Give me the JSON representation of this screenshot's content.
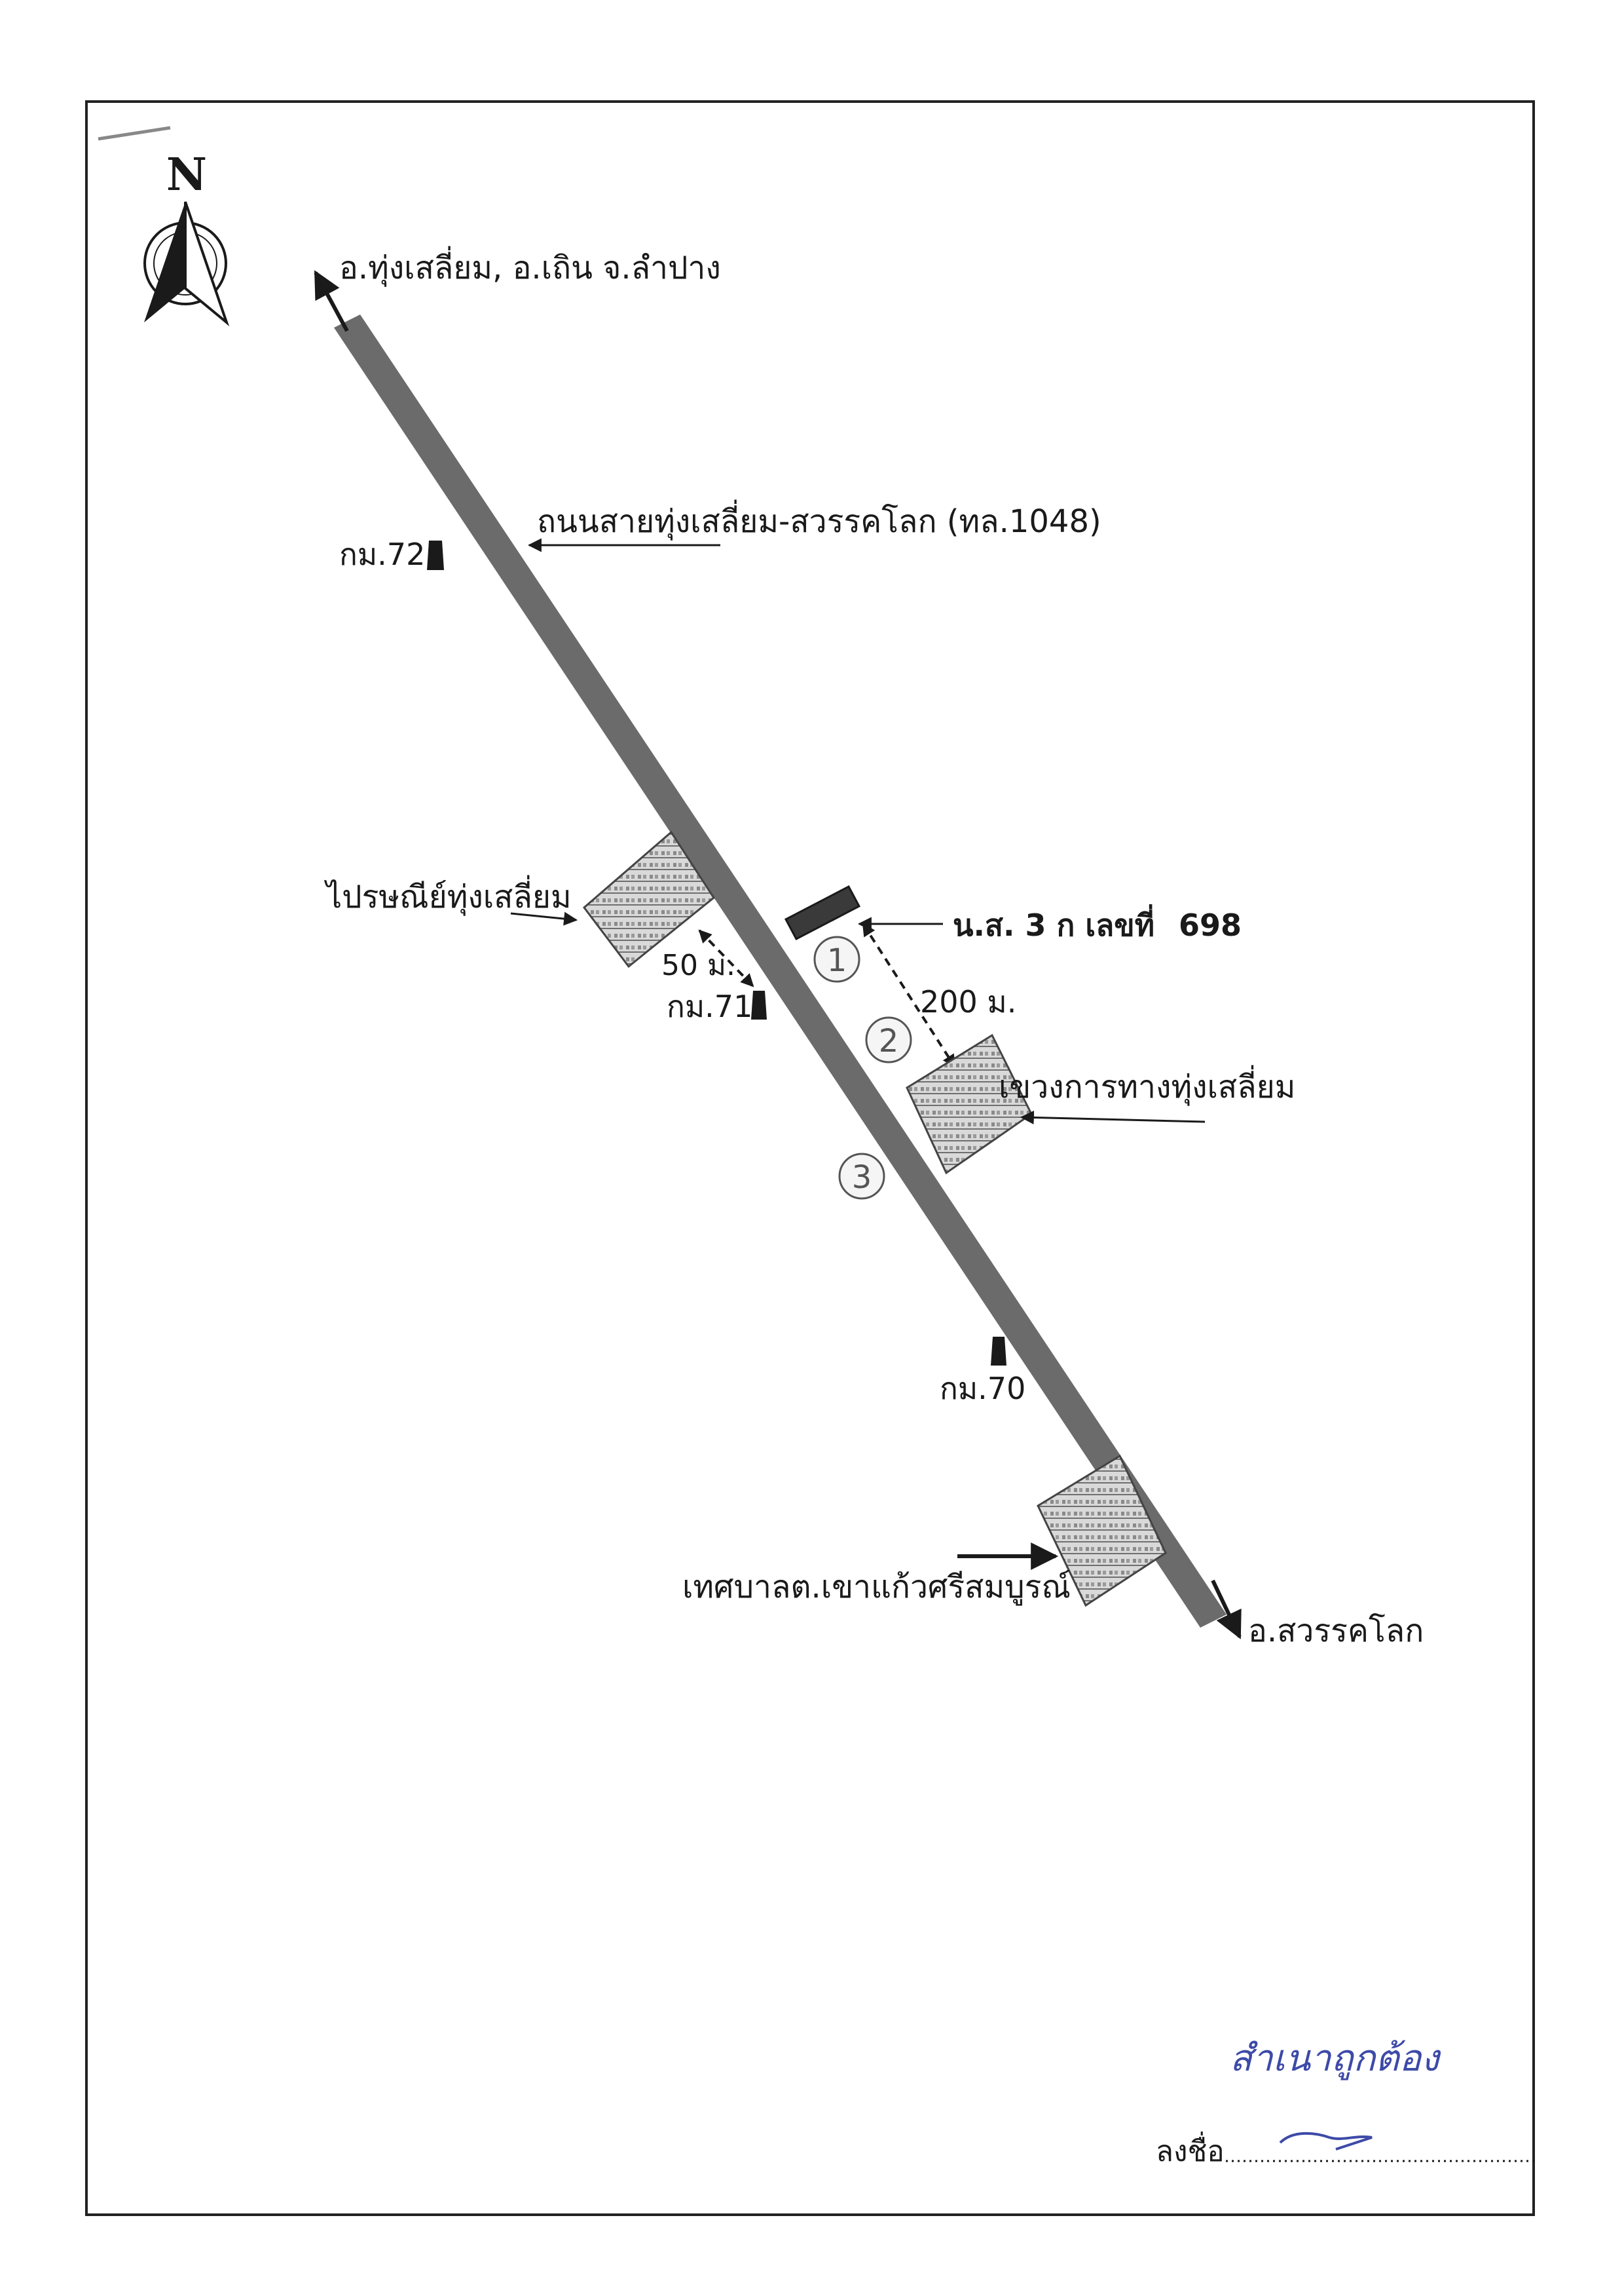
{
  "north": "N",
  "destinations": {
    "nw": "อ.ทุ่งเสลี่ยม, อ.เถิน จ.ลำปาง",
    "se": "อ.สวรรคโลก"
  },
  "road_name": "ถนนสายทุ่งเสลี่ยม-สวรรคโลก (ทล.1048)",
  "km_markers": [
    "กม.72",
    "กม.71",
    "กม.70"
  ],
  "landmarks": {
    "post_office": "ไปรษณีย์ทุ่งเสลี่ยม",
    "highway_office": "เขวงการทางทุ่งเสลี่ยม",
    "municipality": "เทศบาลต.เขาแก้วศรีสมบูรณ์"
  },
  "parcel": {
    "title": "น.ส. 3 ก เลขที่",
    "number": "698"
  },
  "distances": [
    "50 ม.",
    "200 ม."
  ],
  "numbered_points": [
    "1",
    "2",
    "3"
  ],
  "signature": {
    "label": "ลงชื่อ",
    "name_handwritten": "สำเนาถูกต้อง"
  },
  "colors": {
    "road": "#6b6b6b",
    "ink": "#1a1a1a",
    "frame": "#222222"
  }
}
